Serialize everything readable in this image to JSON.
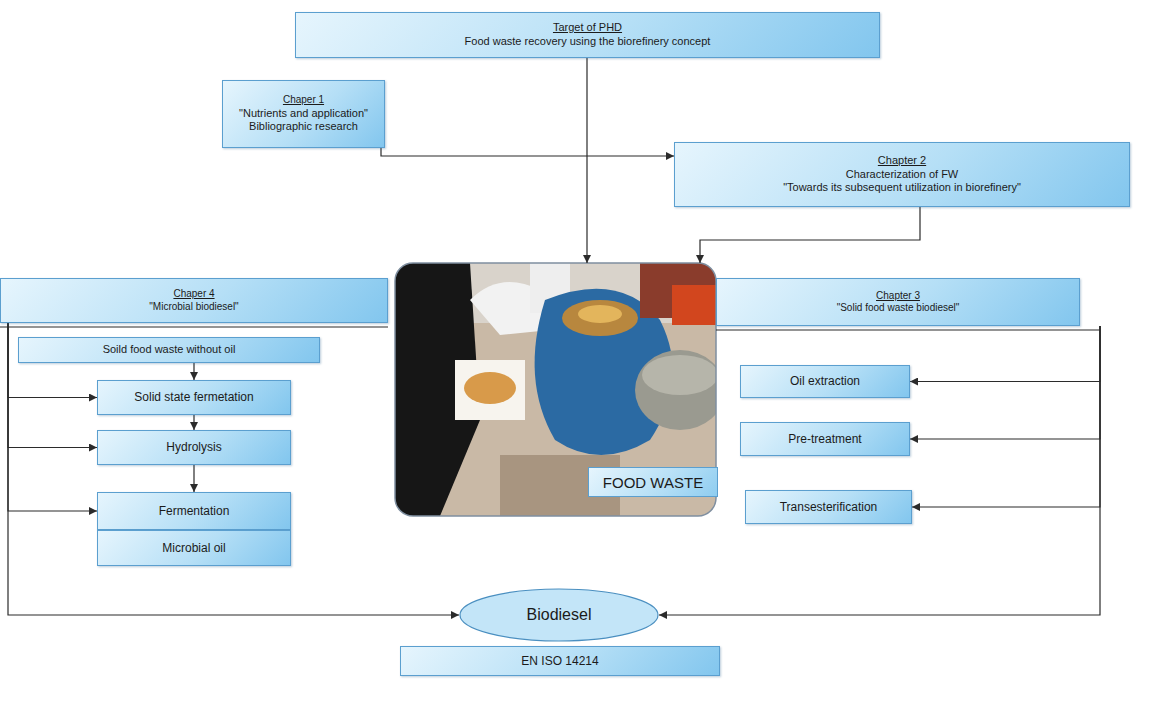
{
  "diagram": {
    "nodes": [
      {
        "text": [
          "Target of PHD",
          "Food waste recovery using the biorefinery concept"
        ]
      },
      {
        "text": [
          "Chaper 1",
          "\"Nutrients and application\"",
          "Bibliographic research"
        ]
      },
      {
        "text": [
          "Chapter 2",
          "Characterization of FW",
          "\"Towards its subsequent utilization in biorefinery\""
        ]
      },
      {
        "text": [
          "Chaper 4",
          "\"Microbial biodiesel\""
        ]
      },
      {
        "text": [
          "Soild food waste without oil"
        ]
      },
      {
        "text": [
          "Solid state fermetation"
        ]
      },
      {
        "text": [
          "Hydrolysis"
        ]
      },
      {
        "text": [
          "Fermentation"
        ]
      },
      {
        "text": [
          "Microbial oil"
        ]
      },
      {
        "text": [
          "FOOD WASTE"
        ]
      },
      {
        "text": [
          "Chapter 3",
          "\"Solid food waste biodiesel\""
        ]
      },
      {
        "text": [
          "Oil extraction"
        ]
      },
      {
        "text": [
          "Pre-treatment"
        ]
      },
      {
        "text": [
          "Transesterification"
        ]
      },
      {
        "text": [
          "Biodiesel"
        ]
      },
      {
        "text": [
          "EN ISO 14214"
        ]
      }
    ],
    "edges": [
      {
        "from": 0,
        "to": 9,
        "arrow": "to"
      },
      {
        "from": 1,
        "to": 2,
        "arrow": "to"
      },
      {
        "from": 2,
        "to": 9,
        "arrow": "to"
      },
      {
        "from": 3,
        "to": 5,
        "arrow": "to"
      },
      {
        "from": 3,
        "to": 6,
        "arrow": "to"
      },
      {
        "from": 3,
        "to": 7,
        "arrow": "to"
      },
      {
        "from": 3,
        "to": 14,
        "arrow": "to"
      },
      {
        "from": 4,
        "to": 5,
        "arrow": "to"
      },
      {
        "from": 5,
        "to": 6,
        "arrow": "to"
      },
      {
        "from": 6,
        "to": 7,
        "arrow": "to"
      },
      {
        "from": 10,
        "to": 11,
        "arrow": "to"
      },
      {
        "from": 10,
        "to": 12,
        "arrow": "to"
      },
      {
        "from": 10,
        "to": 13,
        "arrow": "to"
      },
      {
        "from": 10,
        "to": 14,
        "arrow": "to"
      }
    ]
  }
}
